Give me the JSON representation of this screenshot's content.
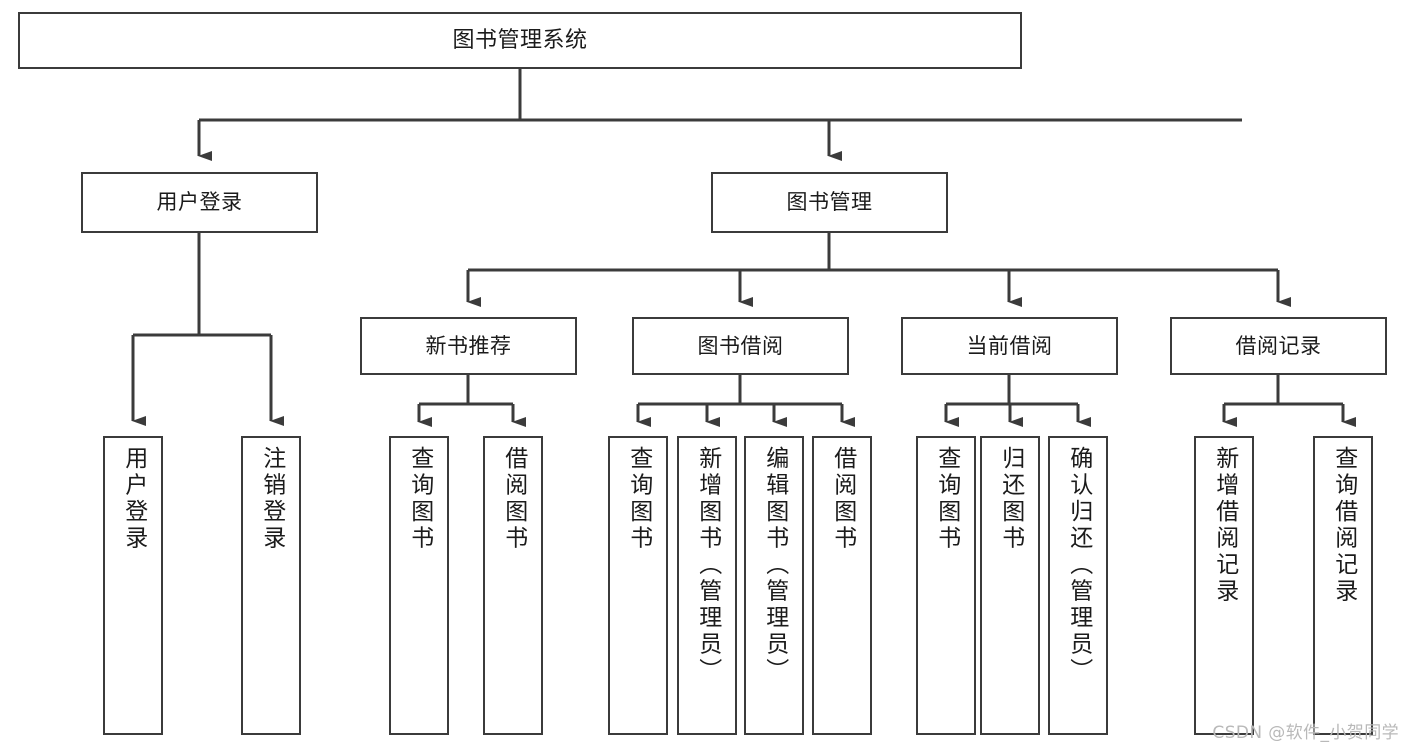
{
  "diagram": {
    "title": "图书管理系统",
    "watermark": "CSDN @软件_小贺同学",
    "colors": {
      "background": "#ffffff",
      "stroke": "#3b3b3b",
      "text": "#1b1b1b",
      "watermark": "#b9b9b9"
    },
    "nodes": {
      "root": {
        "label": "图书管理系统"
      },
      "level1": [
        {
          "label": "用户登录"
        },
        {
          "label": "图书管理"
        }
      ],
      "level2": [
        {
          "label": "新书推荐"
        },
        {
          "label": "图书借阅"
        },
        {
          "label": "当前借阅"
        },
        {
          "label": "借阅记录"
        }
      ],
      "leaves": {
        "user_login": [
          {
            "label": "用户登录"
          },
          {
            "label": "注销登录"
          }
        ],
        "new_book": [
          {
            "label": "查询图书"
          },
          {
            "label": "借阅图书"
          }
        ],
        "book_borrow": [
          {
            "label": "查询图书"
          },
          {
            "label": "新增图书（管理员）"
          },
          {
            "label": "编辑图书（管理员）"
          },
          {
            "label": "借阅图书"
          }
        ],
        "current_borrow": [
          {
            "label": "查询图书"
          },
          {
            "label": "归还图书"
          },
          {
            "label": "确认归还（管理员）"
          }
        ],
        "borrow_record": [
          {
            "label": "新增借阅记录"
          },
          {
            "label": "查询借阅记录"
          }
        ]
      }
    }
  }
}
